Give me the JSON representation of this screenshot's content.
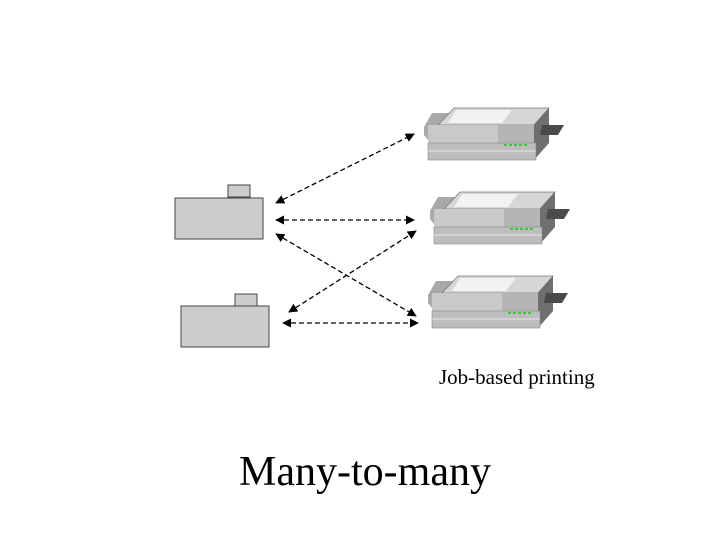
{
  "caption": "Job-based printing",
  "title": "Many-to-many",
  "colors": {
    "client_fill": "#cccccc",
    "client_stroke": "#444444",
    "printer_light": "#d6d6d6",
    "printer_mid": "#a9a9a9",
    "printer_dark": "#6f6f6f",
    "printer_darker": "#4a4a4a",
    "status_led": "#33cc33",
    "arrow": "#000000"
  },
  "icons": {
    "client": "client-computer-icon",
    "printer": "printer-icon"
  },
  "connections": [
    {
      "from": "client-1",
      "to": "printer-1"
    },
    {
      "from": "client-1",
      "to": "printer-2"
    },
    {
      "from": "client-1",
      "to": "printer-3"
    },
    {
      "from": "client-2",
      "to": "printer-2"
    },
    {
      "from": "client-2",
      "to": "printer-3"
    }
  ]
}
